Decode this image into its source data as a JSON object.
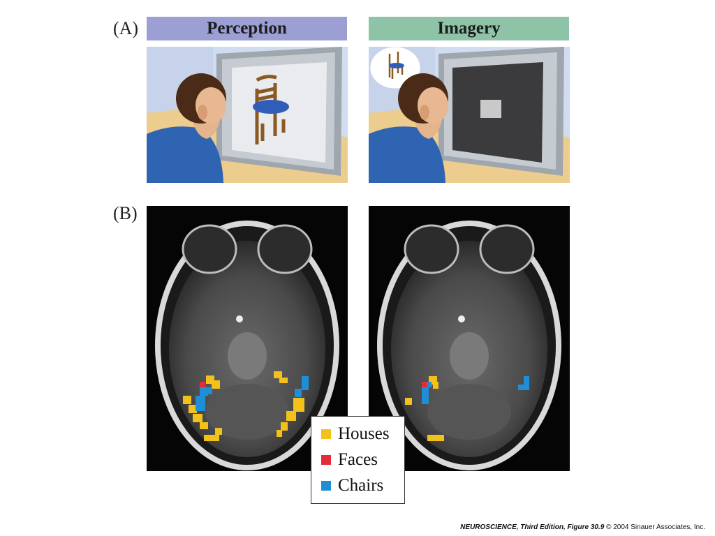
{
  "panels": {
    "a_label": "(A)",
    "b_label": "(B)",
    "perception": {
      "title": "Perception",
      "header_color": "#9b9fd3"
    },
    "imagery": {
      "title": "Imagery",
      "header_color": "#8fc3a8"
    }
  },
  "legend": [
    {
      "label": "Houses",
      "color": "#f2c21b"
    },
    {
      "label": "Faces",
      "color": "#e52b3a"
    },
    {
      "label": "Chairs",
      "color": "#1e8fd6"
    }
  ],
  "footer": {
    "title": "NEUROSCIENCE, Third Edition, Figure 30.9",
    "copyright": "© 2004 Sinauer Associates, Inc."
  }
}
